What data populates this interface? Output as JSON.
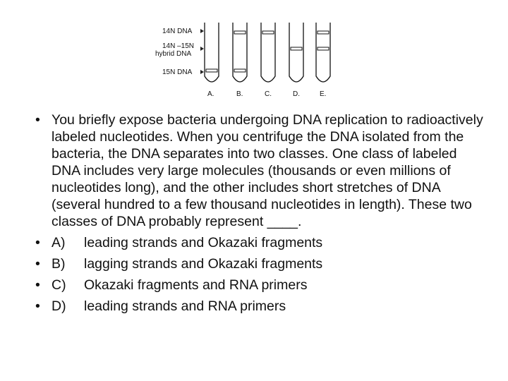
{
  "figure": {
    "labels": {
      "n14": "14N DNA",
      "hybrid_top": "14N –15N",
      "hybrid_bottom": "hybrid DNA",
      "n15": "15N DNA"
    },
    "tubes": [
      "A.",
      "B.",
      "C.",
      "D.",
      "E."
    ]
  },
  "question": {
    "bullet": "•",
    "text": "You briefly expose bacteria undergoing DNA replication to radioactively labeled nucleotides. When you centrifuge the DNA isolated from the bacteria, the DNA separates into two classes. One class of labeled DNA includes very large molecules (thousands or even millions of nucleotides long), and the other includes short stretches of DNA (several hundred to a few thousand nucleotides in length). These two classes of DNA probably represent ____.",
    "options": [
      {
        "letter": "A)",
        "text": "leading strands and Okazaki fragments"
      },
      {
        "letter": "B)",
        "text": "lagging strands and Okazaki fragments"
      },
      {
        "letter": "C)",
        "text": "Okazaki fragments and RNA primers"
      },
      {
        "letter": "D)",
        "text": "leading strands and RNA primers"
      }
    ]
  }
}
